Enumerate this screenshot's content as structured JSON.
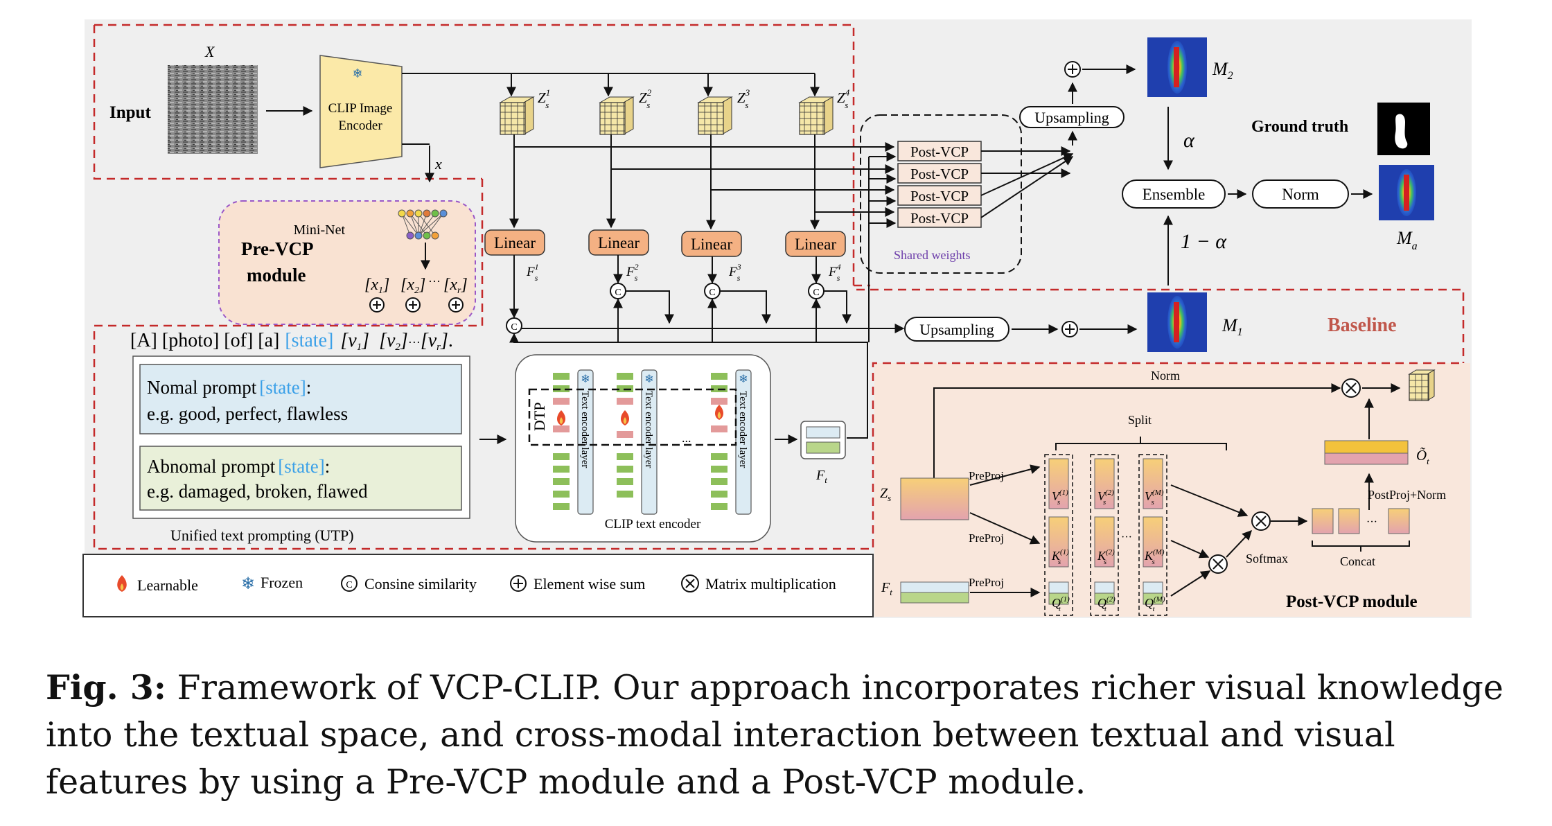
{
  "caption": {
    "label": "Fig. 3:",
    "text": "Framework of VCP-CLIP. Our approach incorporates richer visual knowledge into the textual space, and cross-modal interaction between textual and visual features by using a Pre-VCP module and a Post-VCP module."
  },
  "input": {
    "section_label": "Input",
    "image_symbol": "X",
    "encoder_line1": "CLIP Image",
    "encoder_line2": "Encoder",
    "x_symbol": "x"
  },
  "features": {
    "z_base": "Z",
    "z_sub": "s",
    "z_sups": [
      "1",
      "2",
      "3",
      "4"
    ],
    "linear_label": "Linear",
    "f_base": "F",
    "f_sub": "s",
    "f_sups": [
      "1",
      "2",
      "3",
      "4"
    ]
  },
  "pre_vcp": {
    "mininet": "Mini-Net",
    "title_line1": "Pre-VCP",
    "title_line2": "module",
    "x1_base": "x",
    "x1_sub": "1",
    "x2_base": "x",
    "x2_sub": "2",
    "xr_base": "x",
    "xr_sub": "r",
    "dots": "···"
  },
  "prompt_template": {
    "pre": "[A] [photo] [of] [a]",
    "state": "[state]",
    "v1_base": "v",
    "v1_sub": "1",
    "v2_base": "v",
    "v2_sub": "2",
    "dots": "···",
    "vr_base": "v",
    "vr_sub": "r",
    "end": "."
  },
  "utp": {
    "normal_title": "Nomal prompt",
    "normal_state": "[state]",
    "colon": ":",
    "normal_example": "e.g.  good, perfect, flawless",
    "abnormal_title": "Abnomal prompt",
    "abnormal_state": "[state]",
    "abnormal_example": "e.g. damaged, broken, flawed",
    "label": "Unified text prompting (UTP)"
  },
  "text_encoder": {
    "dtp": "DTP",
    "layer_label": "Text encoder layer",
    "ellipsis": "...",
    "label": "CLIP text encoder",
    "ft_base": "F",
    "ft_sub": "t"
  },
  "post_vcp_blocks": {
    "label": "Post-VCP",
    "shared": "Shared weights"
  },
  "upsampling_label": "Upsampling",
  "maps": {
    "m_base": "M",
    "m2_sub": "2",
    "m1_sub": "1",
    "ma_sub": "a",
    "alpha": "α",
    "one_minus_alpha": "1 − α",
    "ground_truth": "Ground truth",
    "ensemble": "Ensemble",
    "norm": "Norm",
    "baseline": "Baseline"
  },
  "legend": {
    "learnable": "Learnable",
    "frozen": "Frozen",
    "cosine": "Consine similarity",
    "sum": "Element wise sum",
    "matmul": "Matrix multiplication"
  },
  "post_vcp_module": {
    "norm": "Norm",
    "zs_base": "Z",
    "zs_sub": "s",
    "ft_base": "F",
    "ft_sub": "t",
    "preproj": "PreProj",
    "split": "Split",
    "v": "V",
    "k": "K",
    "q": "Q",
    "sub_s": "s",
    "sub_t": "t",
    "sup1": "(1)",
    "sup2": "(2)",
    "supM": "(M)",
    "dots": "···",
    "softmax": "Softmax",
    "concat": "Concat",
    "postproj": "PostProj+Norm",
    "o_base": "Õ",
    "o_sub": "t",
    "title": "Post-VCP module"
  }
}
